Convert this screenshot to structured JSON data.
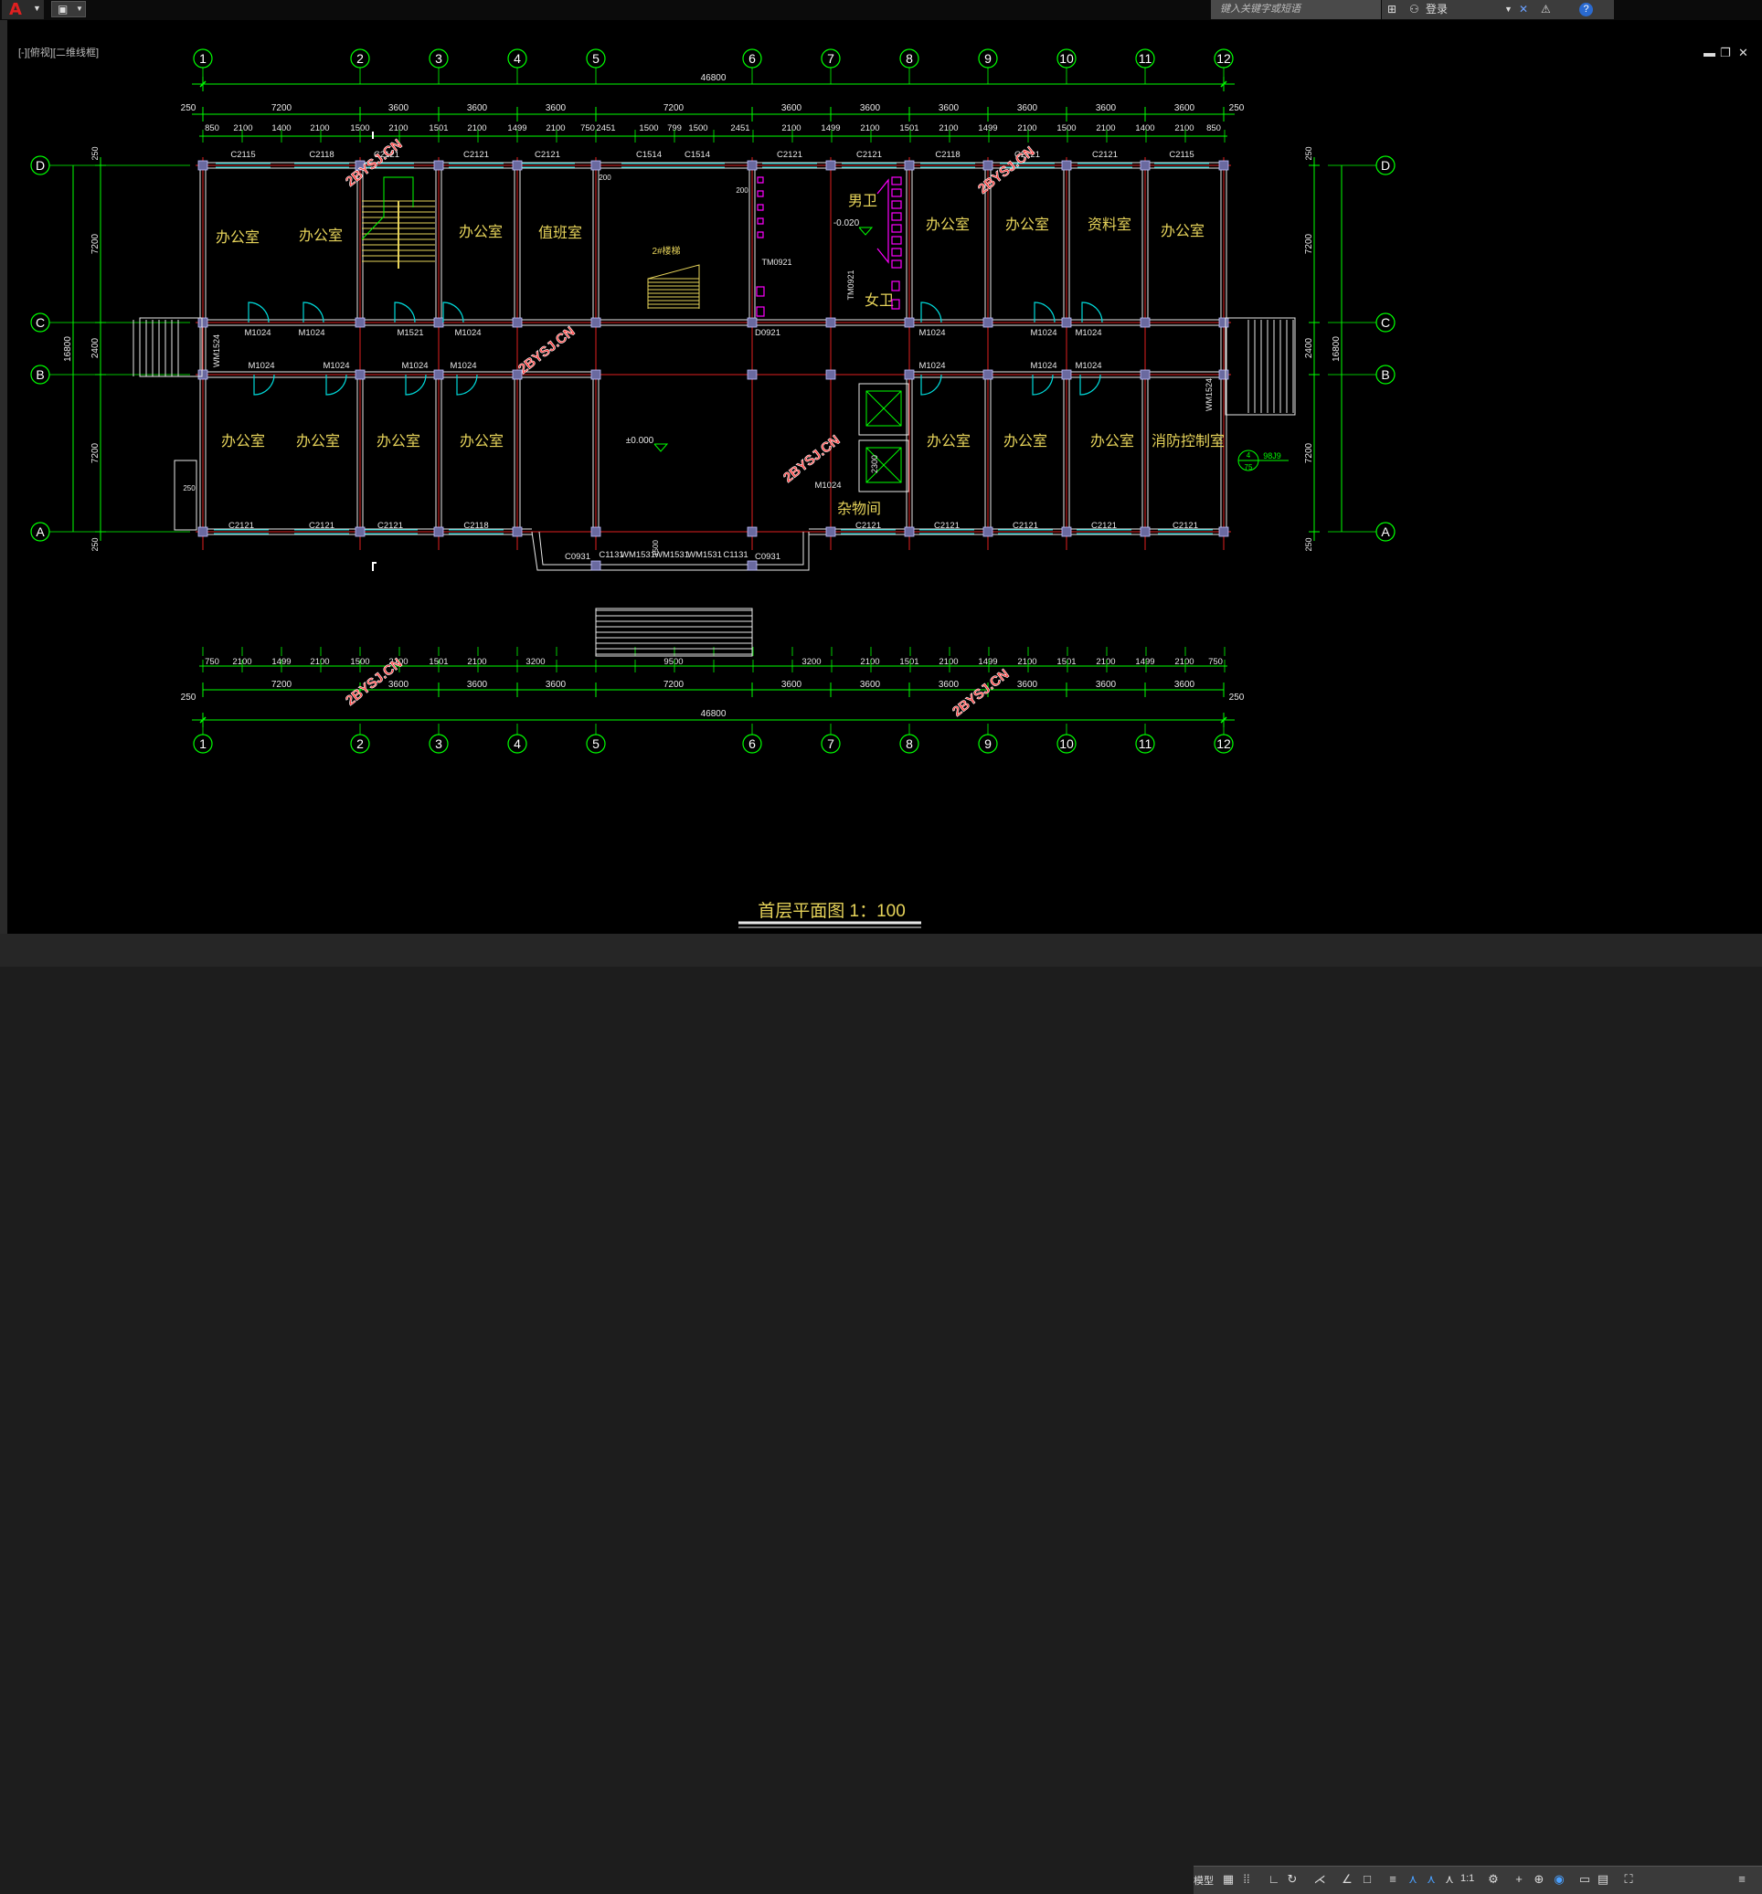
{
  "app": {
    "search_placeholder": "键入关键字或短语",
    "login_label": "登录",
    "view_label": "[-][俯视][二维线框]",
    "help_icon": "question-icon"
  },
  "colors": {
    "background": "#000000",
    "axis_line": "#e02020",
    "dimension": "#00ff00",
    "wall": "#e8e8e8",
    "room_text": "#e6d35a",
    "door": "#00d8d8",
    "watermark": "#ff4040",
    "fixture": "#ff00ff"
  },
  "drawing": {
    "title": "首层平面图 1：100",
    "axes_top": [
      "1",
      "2",
      "3",
      "4",
      "5",
      "6",
      "7",
      "8",
      "9",
      "10",
      "11",
      "12"
    ],
    "axes_side": [
      "D",
      "C",
      "B",
      "A"
    ],
    "overall_dim": "46800",
    "overall_height": "16800",
    "bay_dims_top": [
      "7200",
      "3600",
      "3600",
      "3600",
      "7200",
      "3600",
      "3600",
      "3600",
      "3600",
      "3600",
      "3600"
    ],
    "bay_dims_bottom": [
      "7200",
      "3600",
      "3600",
      "3600",
      "7200",
      "3600",
      "3600",
      "3600",
      "3600",
      "3600",
      "3600"
    ],
    "edge_dim": "250",
    "row_dims": [
      "7200",
      "2400",
      "7200"
    ],
    "elevation_main": "±0.000",
    "elevation_wc": "-0.020",
    "watermark": "2BYSJ.CN",
    "rooms": {
      "office": "办公室",
      "duty": "值班室",
      "archive": "资料室",
      "men_wc": "男卫",
      "women_wc": "女卫",
      "storage": "杂物间",
      "fire_control": "消防控制室",
      "stair2": "2#楼梯"
    },
    "dims_top_detail": [
      "850",
      "2100",
      "1400",
      "2100",
      "1500",
      "2100",
      "1501",
      "2100",
      "1499",
      "2100",
      "750",
      "2451",
      "1500",
      "799",
      "1500",
      "2451",
      "2100",
      "1499",
      "2100",
      "1501",
      "2100",
      "1499",
      "2100",
      "1500",
      "2100",
      "1400",
      "2100",
      "850"
    ],
    "dims_bottom_detail": [
      "750",
      "2100",
      "1499",
      "2100",
      "1500",
      "2100",
      "1501",
      "2100",
      "3200",
      "9500",
      "3200",
      "2100",
      "1501",
      "2100",
      "1499",
      "2100",
      "1501",
      "2100",
      "1499",
      "2100",
      "750"
    ],
    "windows_top": [
      "C2115",
      "C2118",
      "C2121",
      "C2121",
      "C2121",
      "C1514",
      "C1514",
      "C2121",
      "C2121",
      "C2118",
      "C2121",
      "C2121",
      "C2115"
    ],
    "windows_bottom": [
      "C2121",
      "C2121",
      "C2121",
      "C2118",
      "C0931",
      "C1131",
      "WM1531",
      "WM1531",
      "WM1531",
      "C1131",
      "C0931",
      "C2121",
      "C2121",
      "C2121",
      "C2121",
      "C2121"
    ],
    "doors_c": [
      "M1024",
      "M1024",
      "M1521",
      "M1024",
      "D0921",
      "M1024",
      "M1024",
      "M1024"
    ],
    "doors_b": [
      "M1024",
      "M1024",
      "M1024",
      "M1024",
      "M1024",
      "M1024",
      "M1024"
    ],
    "misc_labels": [
      "TM0921",
      "TM0921",
      "WM1524",
      "WM1524",
      "M1024",
      "2300",
      "1500",
      "200",
      "250",
      "98J9",
      "75",
      "4"
    ]
  },
  "statusbar": {
    "model_label": "模型",
    "scale_label": "1:1"
  }
}
